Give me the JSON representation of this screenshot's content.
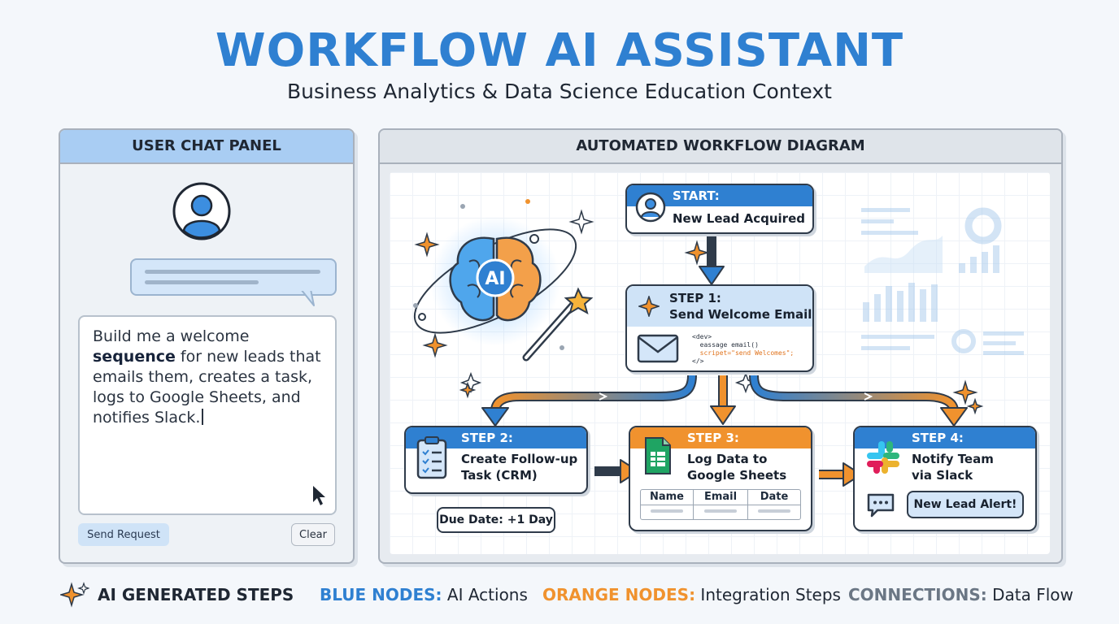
{
  "header": {
    "title": "WORKFLOW AI ASSISTANT",
    "subtitle": "Business Analytics & Data Science Education Context"
  },
  "chat_panel": {
    "title": "USER CHAT PANEL",
    "message_intro": "Build me a welcome ",
    "message_emphasis": "sequence",
    "message_rest": " for new leads that emails them, creates a task, logs to Google Sheets, and notifies Slack.",
    "send_label": "Send Request",
    "clear_label": "Clear"
  },
  "workflow_panel": {
    "title": "AUTOMATED WORKFLOW DIAGRAM",
    "ai_label": "AI",
    "nodes": {
      "start": {
        "head": "START:",
        "body": "New Lead Acquired"
      },
      "step1": {
        "head": "STEP 1:",
        "body": "Send Welcome Email",
        "code": [
          "<dev>",
          "  eassage email()",
          "  scripet=\"send Welcomes\";",
          "</>"
        ]
      },
      "step2": {
        "head": "STEP 2:",
        "body_line1": "Create Follow-up",
        "body_line2": "Task (CRM)",
        "badge": "Due Date: +1 Day"
      },
      "step3": {
        "head": "STEP 3:",
        "body_line1": "Log Data to",
        "body_line2": "Google Sheets",
        "columns": [
          "Name",
          "Email",
          "Date"
        ]
      },
      "step4": {
        "head": "STEP 4:",
        "body_line1": "Notify Team",
        "body_line2": "via Slack",
        "message": "New Lead Alert!"
      }
    }
  },
  "legend": {
    "ai_label": "AI GENERATED STEPS",
    "blue_key": "BLUE NODES:",
    "blue_val": " AI Actions",
    "orange_key": "ORANGE NODES:",
    "orange_val": " Integration Steps",
    "conn_key": "CONNECTIONS:",
    "conn_val": " Data Flow"
  },
  "colors": {
    "blue": "#2f80d1",
    "orange": "#f0922e",
    "light_blue": "#a9cdf3",
    "dark": "#2f3b4a",
    "gray_key": "#6b7785"
  },
  "icons": [
    "user-icon",
    "brain-icon",
    "magic-wand-icon",
    "sparkle-icon",
    "envelope-icon",
    "clipboard-icon",
    "sheets-icon",
    "slack-icon",
    "chat-icon",
    "pointer-cursor-icon"
  ]
}
